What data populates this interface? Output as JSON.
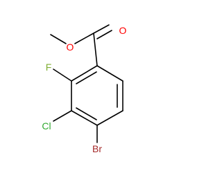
{
  "molecule": {
    "atoms": {
      "carbonyl_oxygen": "O",
      "ester_oxygen": "O",
      "fluorine": "F",
      "chlorine": "Cl",
      "bromine": "Br"
    },
    "colors": {
      "bond": "#000000",
      "oxygen": "#ff0000",
      "fluorine": "#7fae33",
      "chlorine": "#33aa33",
      "bromine": "#a52a2a"
    }
  }
}
